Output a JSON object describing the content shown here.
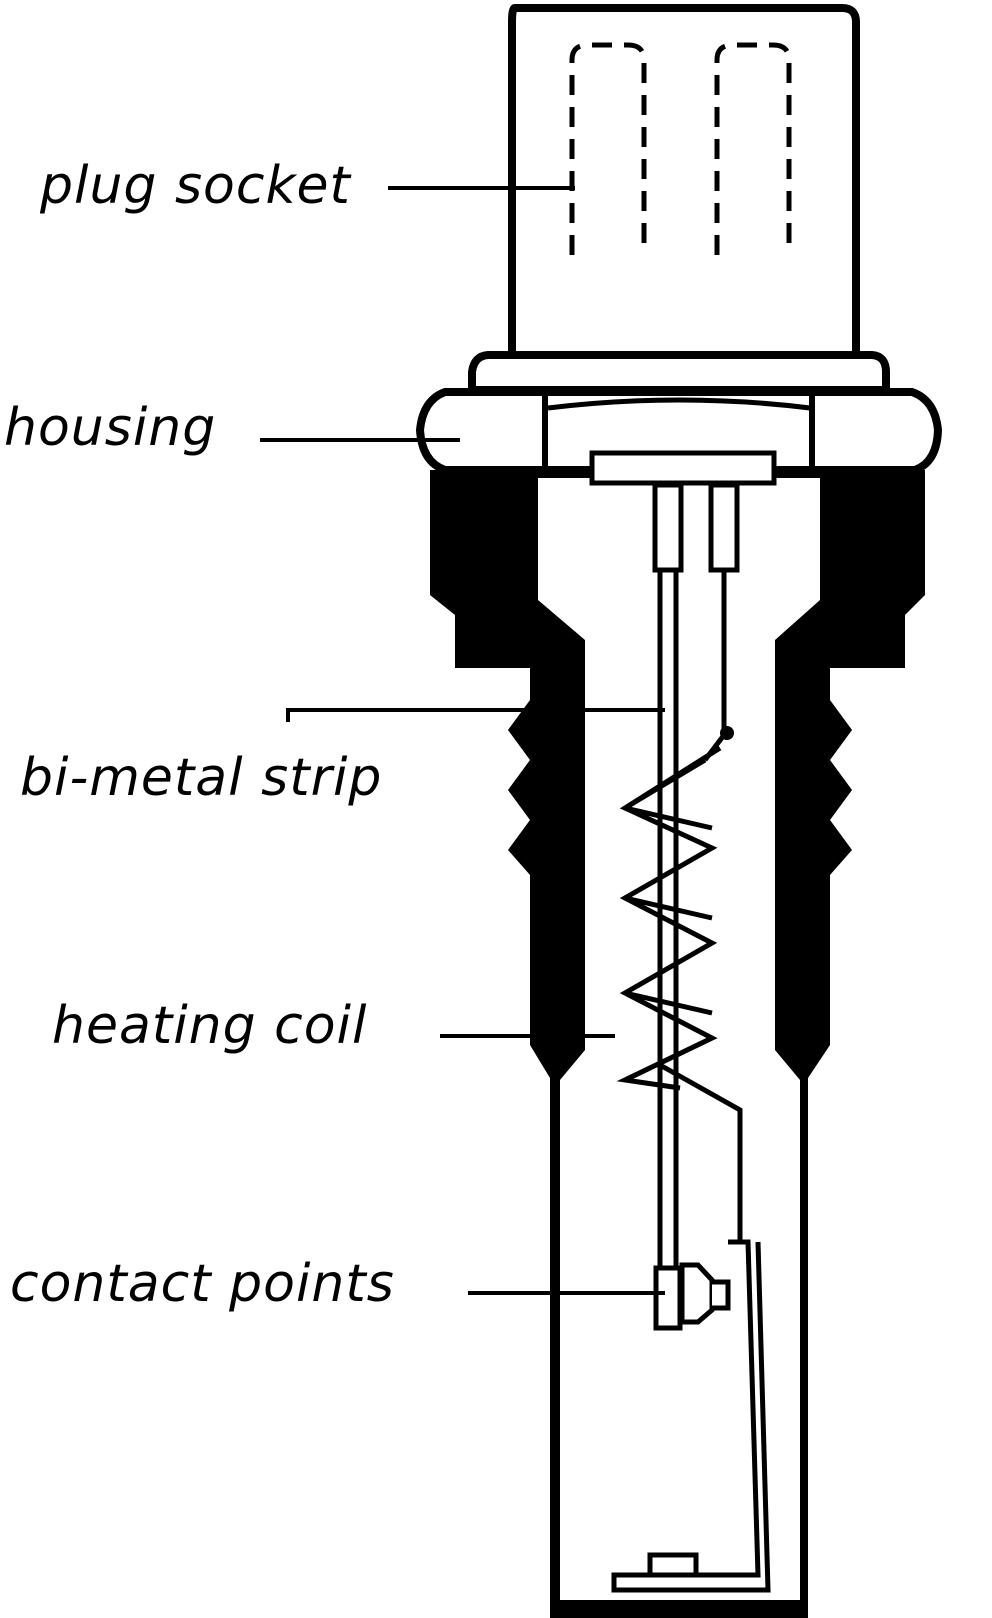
{
  "labels": {
    "plug_socket": "plug socket",
    "housing": "housing",
    "bimetal_strip": "bi-metal strip",
    "heating_coil": "heating coil",
    "contact_points": "contact points"
  },
  "colors": {
    "ink": "#000000",
    "paper": "#ffffff"
  }
}
